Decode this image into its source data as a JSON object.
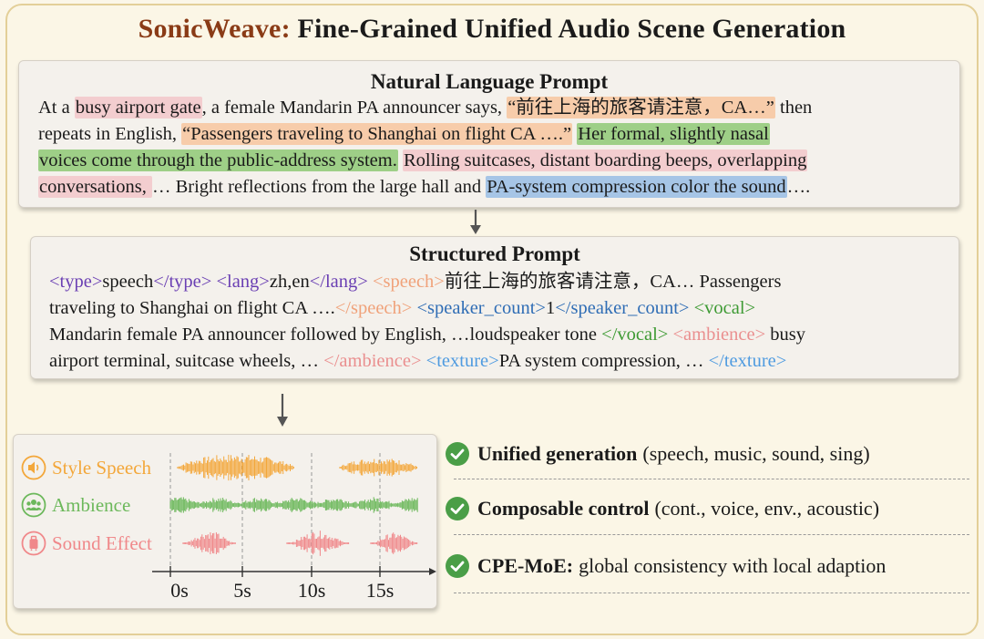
{
  "title": {
    "brand": "SonicWeave:",
    "rest": " Fine-Grained Unified Audio Scene Generation"
  },
  "natural_prompt": {
    "heading": "Natural Language Prompt",
    "line1": {
      "a": "At a ",
      "b": "busy airport gate",
      "c": ", a female Mandarin PA announcer says, ",
      "d": "“前往上海的旅客请注意，CA…”",
      "e": " then"
    },
    "line2": {
      "a": "repeats in English, ",
      "b": "“Passengers traveling to Shanghai on flight CA  ….”",
      "c": " ",
      "d": "Her formal, slightly nasal"
    },
    "line3": {
      "a": "voices come through the public-address system.",
      "b": " ",
      "c": "Rolling suitcases, distant boarding beeps, overlapping"
    },
    "line4": {
      "a": "conversations, ",
      "b": "… Bright reflections from the large hall and ",
      "c": "PA-system compression color the sound",
      "d": "…."
    }
  },
  "structured_prompt": {
    "heading": "Structured Prompt",
    "line1": {
      "t1": "<type>",
      "v1": "speech",
      "t2": "</type>",
      "s1": " ",
      "t3": "<lang>",
      "v2": "zh,en",
      "t4": "</lang>",
      "s2": " ",
      "t5": "<speech>",
      "v3": "前往上海的旅客请注意，CA… Passengers"
    },
    "line2": {
      "v1": "traveling to Shanghai on flight CA ….",
      "t1": "</speech>",
      "s1": " ",
      "t2": "<speaker_count>",
      "v2": "1",
      "t3": "</speaker_count>",
      "s2": " ",
      "t4": "<vocal>"
    },
    "line3": {
      "v1": "Mandarin female PA announcer followed by English, …loudspeaker tone ",
      "t1": "</vocal>",
      "s1": " ",
      "t2": "<ambience>",
      "v2": " busy"
    },
    "line4": {
      "v1": "airport terminal, suitcase wheels, … ",
      "t1": "</ambience>",
      "s1": " ",
      "t2": "<texture>",
      "v2": "PA system compression, … ",
      "t3": "</texture>"
    }
  },
  "timeline": {
    "tracks": [
      {
        "label": "Style Speech",
        "icon": "speaker-icon",
        "color": "#f3a73a"
      },
      {
        "label": "Ambience",
        "icon": "people-group-icon",
        "color": "#6cb85b"
      },
      {
        "label": "Sound Effect",
        "icon": "suitcase-icon",
        "color": "#f0888a"
      }
    ],
    "ticks": [
      "0s",
      "5s",
      "10s",
      "15s"
    ]
  },
  "features": [
    {
      "bold": "Unified generation",
      "rest": "(speech, music, sound, sing)"
    },
    {
      "bold": "Composable control",
      "rest": "(cont., voice, env., acoustic)"
    },
    {
      "bold": "CPE-MoE:",
      "rest": "global consistency with local adaption"
    }
  ],
  "colors": {
    "brand": "#8a3b16",
    "check": "#4a9e47",
    "speech": "#f3a73a",
    "ambience": "#6cb85b",
    "sfx": "#f0888a"
  }
}
